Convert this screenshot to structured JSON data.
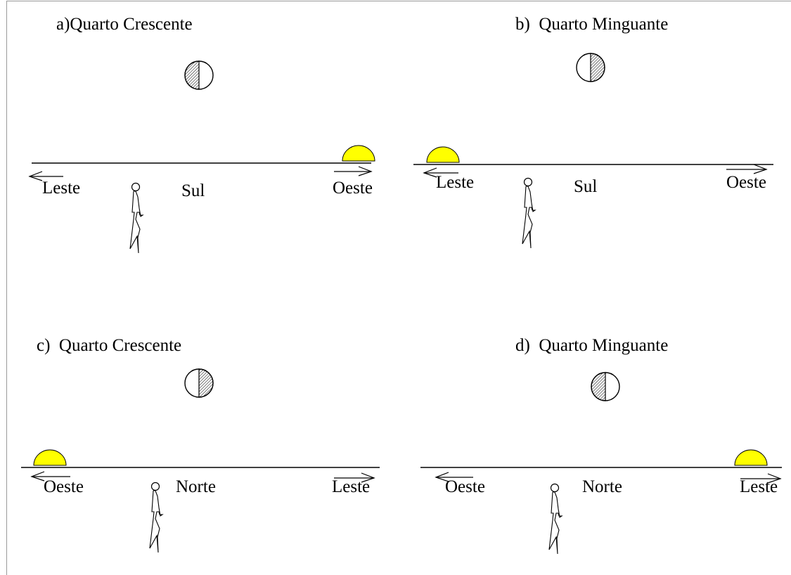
{
  "colors": {
    "sun": "#ffff00",
    "ink": "#000000",
    "background": "#ffffff"
  },
  "panels": [
    {
      "id": "a",
      "title": "a)Quarto Crescente",
      "moon_lit_side": "right",
      "sun_side": "right",
      "left_label": "Leste",
      "center_label": "Sul",
      "right_label": "Oeste",
      "left_arrow": "left",
      "right_arrow": "right"
    },
    {
      "id": "b",
      "title": "b)  Quarto Minguante",
      "moon_lit_side": "left",
      "sun_side": "left",
      "left_label": "Leste",
      "center_label": "Sul",
      "right_label": "Oeste",
      "left_arrow": "left",
      "right_arrow": "right"
    },
    {
      "id": "c",
      "title": "c)  Quarto Crescente",
      "moon_lit_side": "left",
      "sun_side": "left",
      "left_label": "Oeste",
      "center_label": "Norte",
      "right_label": "Leste",
      "left_arrow": "left",
      "right_arrow": "right"
    },
    {
      "id": "d",
      "title": "d)  Quarto Minguante",
      "moon_lit_side": "right",
      "sun_side": "right",
      "left_label": "Oeste",
      "center_label": "Norte",
      "right_label": "Leste",
      "left_arrow": "left",
      "right_arrow": "right"
    }
  ],
  "icons": {
    "moon": "moon-icon",
    "sun": "sun-icon",
    "observer": "person-icon",
    "arrow_left": "arrow-left-icon",
    "arrow_right": "arrow-right-icon"
  }
}
